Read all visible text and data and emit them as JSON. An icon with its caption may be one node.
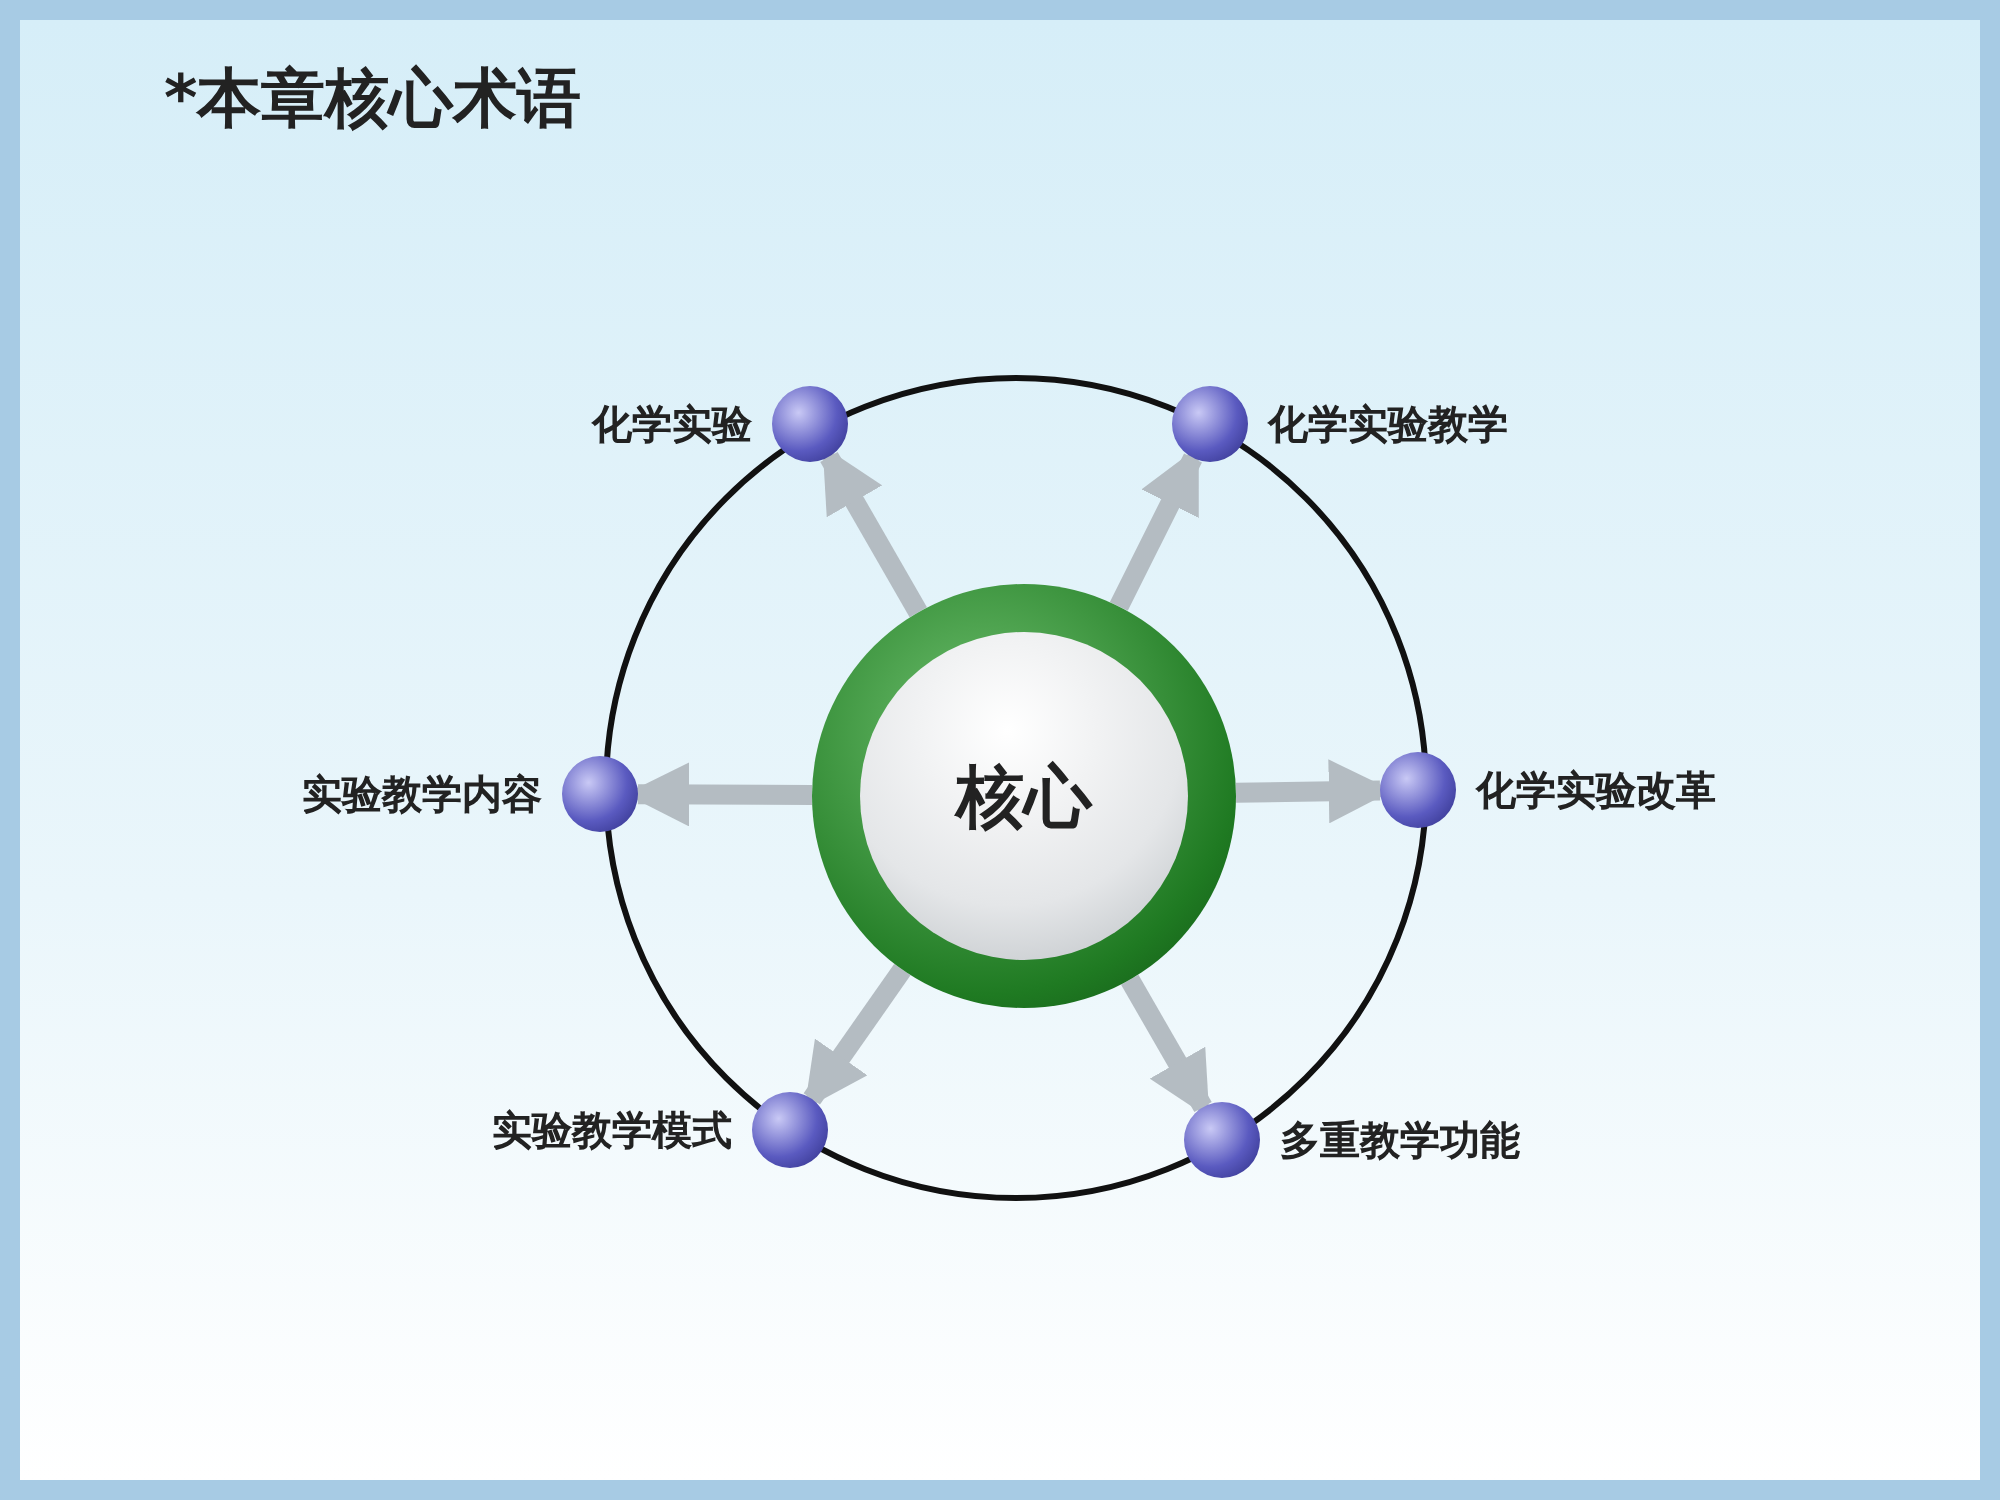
{
  "diagram": {
    "title": "*本章核心术语",
    "nodes": [
      {
        "text": [
          "核心"
        ]
      },
      {
        "text": [],
        "shape": "circle",
        "beside": [
          "化学实验"
        ]
      },
      {
        "text": [],
        "shape": "circle",
        "beside": [
          "化学实验教学"
        ]
      },
      {
        "text": [],
        "shape": "circle",
        "beside": [
          "实验教学内容"
        ]
      },
      {
        "text": [],
        "shape": "circle",
        "beside": [
          "化学实验改革"
        ]
      },
      {
        "text": [],
        "shape": "circle",
        "beside": [
          "实验教学模式"
        ]
      },
      {
        "text": [],
        "shape": "circle",
        "beside": [
          "多重教学功能"
        ]
      }
    ],
    "edges": [
      {
        "from": 0,
        "to": 1,
        "arrow": "to"
      },
      {
        "from": 0,
        "to": 2,
        "arrow": "to"
      },
      {
        "from": 0,
        "to": 3,
        "arrow": "to"
      },
      {
        "from": 0,
        "to": 4,
        "arrow": "to"
      },
      {
        "from": 0,
        "to": 5,
        "arrow": "to"
      },
      {
        "from": 0,
        "to": 6,
        "arrow": "to"
      }
    ]
  }
}
